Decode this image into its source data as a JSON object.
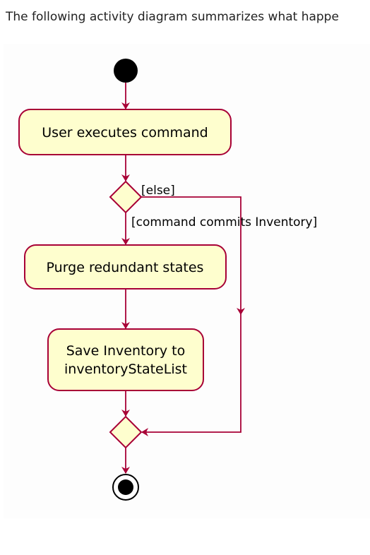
{
  "intro_text": "The following activity diagram summarizes what happe",
  "diagram": {
    "activities": {
      "user_executes": "User executes command",
      "purge": "Purge redundant states",
      "save_line1": "Save Inventory to",
      "save_line2": "inventoryStateList"
    },
    "guards": {
      "else": "[else]",
      "commit": "[command commits Inventory]"
    },
    "colors": {
      "stroke": "#a80036",
      "fill": "#fefece",
      "node": "#000000"
    }
  }
}
